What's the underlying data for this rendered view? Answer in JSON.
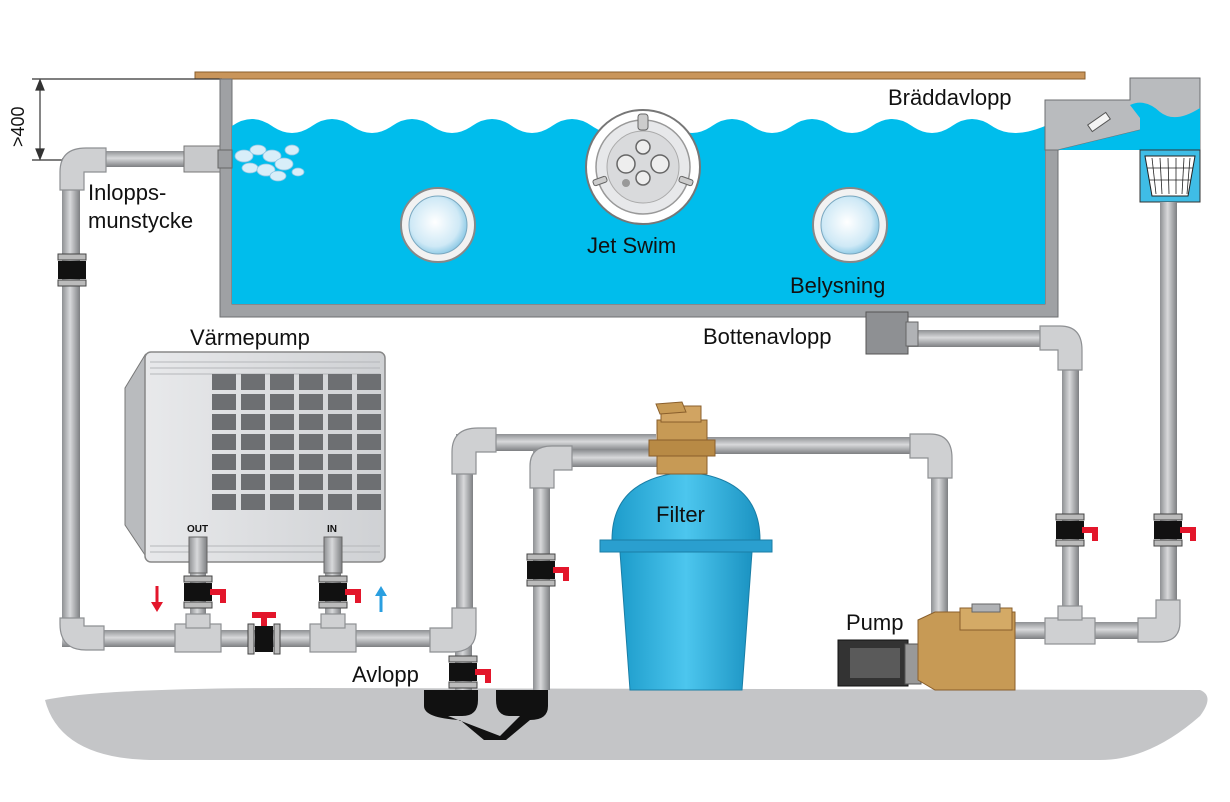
{
  "labels": {
    "depth": ">400",
    "inlet_nozzle_1": "Inlopps-",
    "inlet_nozzle_2": "munstycke",
    "overflow": "Bräddavlopp",
    "jet_swim": "Jet Swim",
    "lighting": "Belysning",
    "bottom_drain": "Bottenavlopp",
    "heat_pump": "Värmepump",
    "heat_pump_out": "OUT",
    "heat_pump_in": "IN",
    "filter": "Filter",
    "pump": "Pump",
    "drain": "Avlopp"
  },
  "colors": {
    "water": "#00bdec",
    "pipe": "#a9abae",
    "pipe_dark": "#6d6f72",
    "deck": "#c9955a",
    "filter_tank": "#2ab0dc",
    "valve_handle": "#e3162b",
    "pump_body": "#c79a55",
    "ground": "#c4c5c7",
    "flow_out_arrow": "#e3162b",
    "flow_in_arrow": "#2a9fe0"
  }
}
